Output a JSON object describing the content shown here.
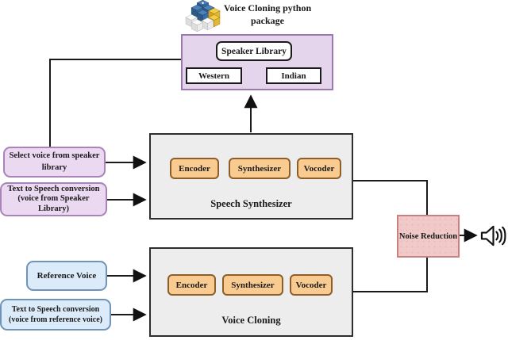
{
  "title": "Voice Cloning python package",
  "speaker_library": {
    "label": "Speaker Library",
    "western": "Western",
    "indian": "Indian"
  },
  "inputs": {
    "select_voice": "Select voice from speaker library",
    "tts_speaker_library": "Text to Speech conversion (voice from Speaker Library)",
    "reference_voice": "Reference Voice",
    "tts_reference_voice": "Text to Speech conversion (voice from reference voice)"
  },
  "speech_synthesizer": {
    "label": "Speech Synthesizer",
    "components": [
      "Encoder",
      "Synthesizer",
      "Vocoder"
    ]
  },
  "voice_cloning": {
    "label": "Voice Cloning",
    "components": [
      "Encoder",
      "Synthesizer",
      "Vocoder"
    ]
  },
  "output": {
    "noise_reduction": "Noise Reduction"
  },
  "icons": {
    "logo": "python-blocks-logo",
    "audio_output": "speaker-sound-icon"
  },
  "colors": {
    "purple_panel_fill": "#e5d5ec",
    "purple_border": "#9a7aac",
    "input_purple_fill": "#ead9f1",
    "input_blue_fill": "#dcebfa",
    "component_orange_fill": "#f9cb90",
    "component_orange_border": "#8c5e28",
    "processor_gray_fill": "#ededed",
    "noise_reduction_pink_fill": "#f2c9c9",
    "wire_color": "#1a1a1a"
  }
}
